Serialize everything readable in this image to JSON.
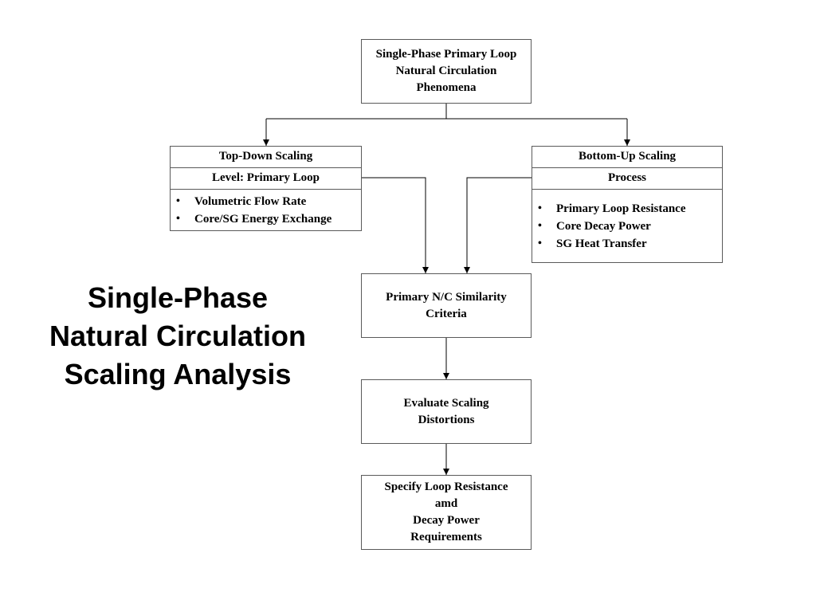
{
  "title": {
    "lines": [
      "Single-Phase",
      "Natural Circulation",
      "Scaling Analysis"
    ]
  },
  "top_box": {
    "lines": [
      "Single-Phase Primary Loop",
      "Natural Circulation",
      "Phenomena"
    ]
  },
  "top_down": {
    "header": "Top-Down Scaling",
    "level": "Level:  Primary Loop",
    "items": [
      "Volumetric Flow Rate",
      "Core/SG Energy Exchange"
    ]
  },
  "bottom_up": {
    "header": "Bottom-Up Scaling",
    "level": "Process",
    "items": [
      "Primary Loop Resistance",
      "Core Decay Power",
      "SG Heat Transfer"
    ]
  },
  "similarity_box": {
    "lines": [
      "Primary N/C Similarity",
      "Criteria"
    ]
  },
  "distortions_box": {
    "lines": [
      "Evaluate Scaling",
      "Distortions"
    ]
  },
  "requirements_box": {
    "lines": [
      "Specify Loop Resistance",
      "amd",
      "Decay Power",
      "Requirements"
    ]
  },
  "bullet_char": "•"
}
